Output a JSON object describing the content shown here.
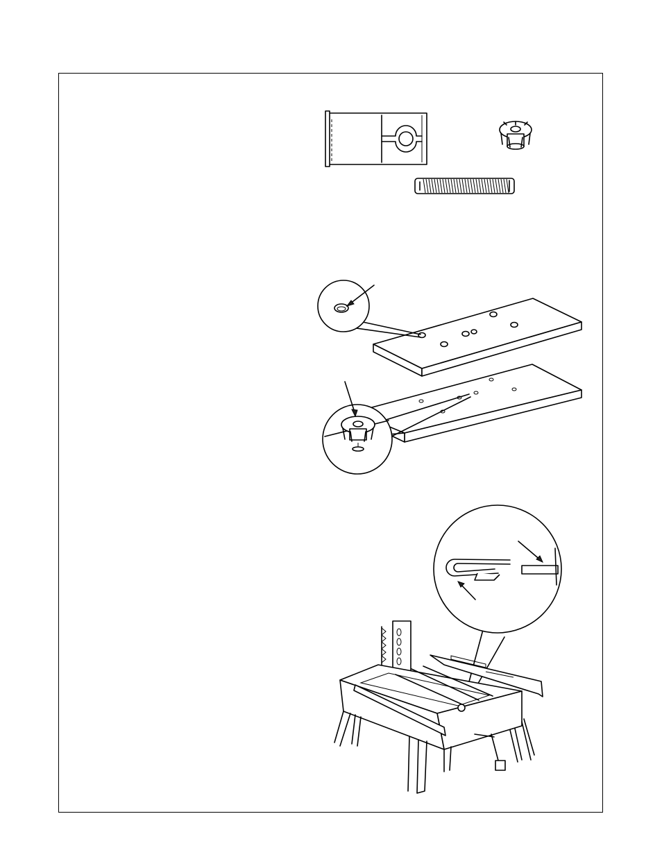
{
  "page": {
    "figures": [
      {
        "id": "hardware-parts",
        "text": ""
      },
      {
        "id": "table-boards",
        "text": ""
      },
      {
        "id": "stand-assembly",
        "text": ""
      }
    ]
  }
}
